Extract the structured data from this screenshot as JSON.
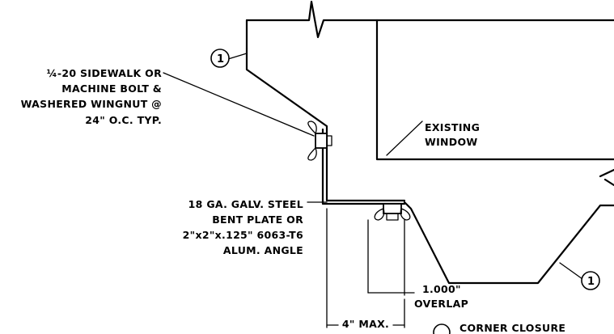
{
  "notes": {
    "bolt": [
      "¼-20 SIDEWALK OR",
      "MACHINE BOLT &",
      "WASHERED WINGNUT @",
      "24\" O.C. TYP."
    ],
    "window": [
      "EXISTING",
      "WINDOW"
    ],
    "plate": [
      "18 GA. GALV. STEEL",
      "BENT PLATE OR",
      "2\"x2\"x.125\" 6063-T6",
      "ALUM. ANGLE"
    ],
    "overlap": [
      "1.000\"",
      "OVERLAP"
    ],
    "max_dim": "4\" MAX.",
    "corner_closure": "CORNER CLOSURE"
  },
  "tags": {
    "tag_left": "1",
    "tag_right": "1"
  }
}
